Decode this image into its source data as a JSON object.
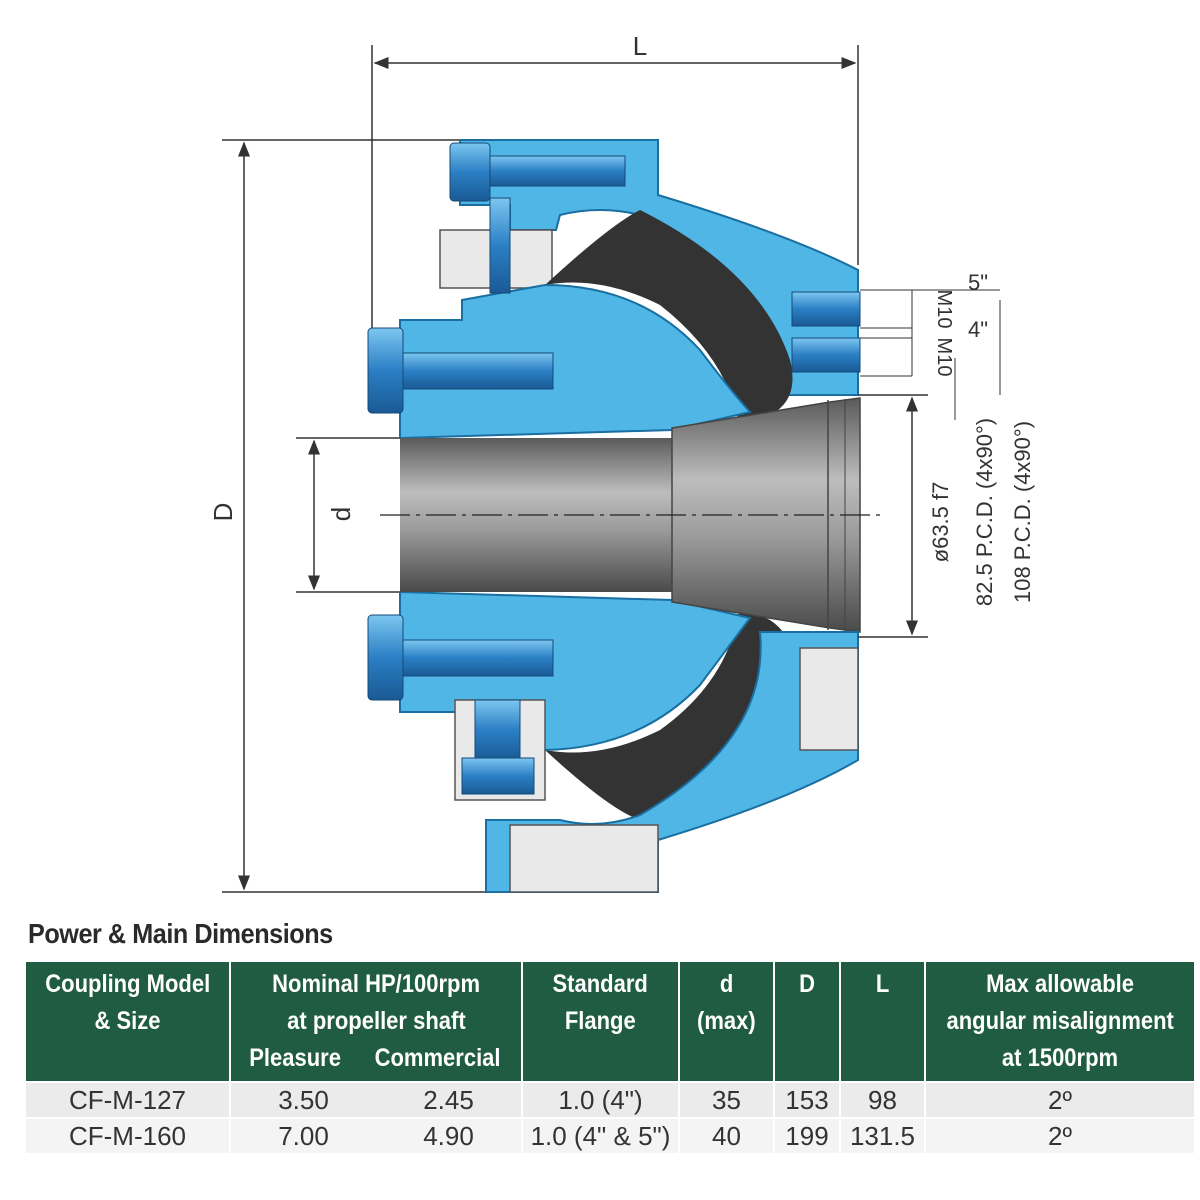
{
  "drawing": {
    "labels": {
      "length": "L",
      "outer_diameter": "D",
      "bore": "d",
      "spigot": "ø63.5 f7",
      "pcd_inner": "82.5 P.C.D. (4x90°)",
      "pcd_outer": "108 P.C.D. (4x90°)",
      "thread_upper": "M10",
      "thread_lower": "M10",
      "size_upper": "5\"",
      "size_lower": "4\""
    },
    "colors": {
      "metal": "#4fb6e6",
      "outline": "#1a6fa0",
      "rubber": "#333333",
      "bore": "#8a8a8a",
      "bolt": "#2b7fc4"
    }
  },
  "section_title": "Power & Main Dimensions",
  "table": {
    "headers": {
      "model": [
        "Coupling Model",
        "& Size"
      ],
      "hp": [
        "Nominal HP/100rpm",
        "at propeller shaft"
      ],
      "hp_sub": [
        "Pleasure",
        "Commercial"
      ],
      "flange": [
        "Standard",
        "Flange"
      ],
      "d": [
        "d",
        "(max)"
      ],
      "D": "D",
      "L": "L",
      "misalign": [
        "Max allowable",
        "angular misalignment",
        "at 1500rpm"
      ]
    },
    "rows": [
      [
        "CF-M-127",
        "3.50",
        "2.45",
        "1.0 (4\")",
        "35",
        "153",
        "98",
        "2º"
      ],
      [
        "CF-M-160",
        "7.00",
        "4.90",
        "1.0 (4\" & 5\")",
        "40",
        "199",
        "131.5",
        "2º"
      ]
    ],
    "colors": {
      "header_bg": "#1f5c41",
      "row_bg": "#ebebeb"
    }
  }
}
